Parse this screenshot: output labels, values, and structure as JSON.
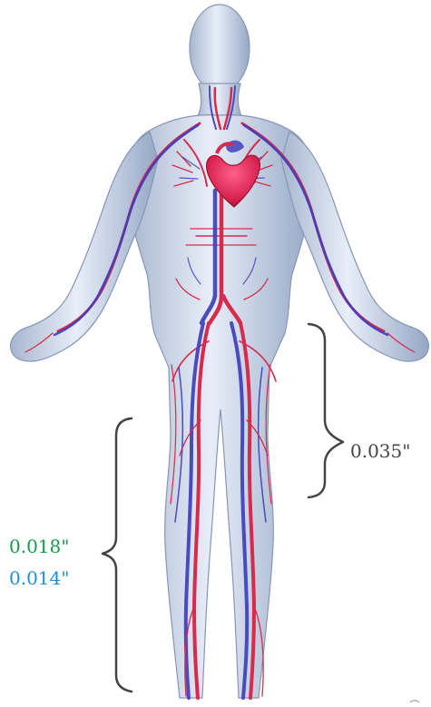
{
  "labels": {
    "upper_measure": "0.035\"",
    "lower_measure_green": "0.018\"",
    "lower_measure_blue": "0.014\""
  },
  "colors": {
    "upper_measure": "#444444",
    "lower_measure_green": "#169b4d",
    "lower_measure_blue": "#1e90d8",
    "artery": "#d82a4d",
    "vein": "#3f3fbd",
    "body": "#b8c6dc"
  },
  "icons": {
    "upper_brace": "curly-brace-icon",
    "lower_brace": "curly-brace-icon"
  }
}
